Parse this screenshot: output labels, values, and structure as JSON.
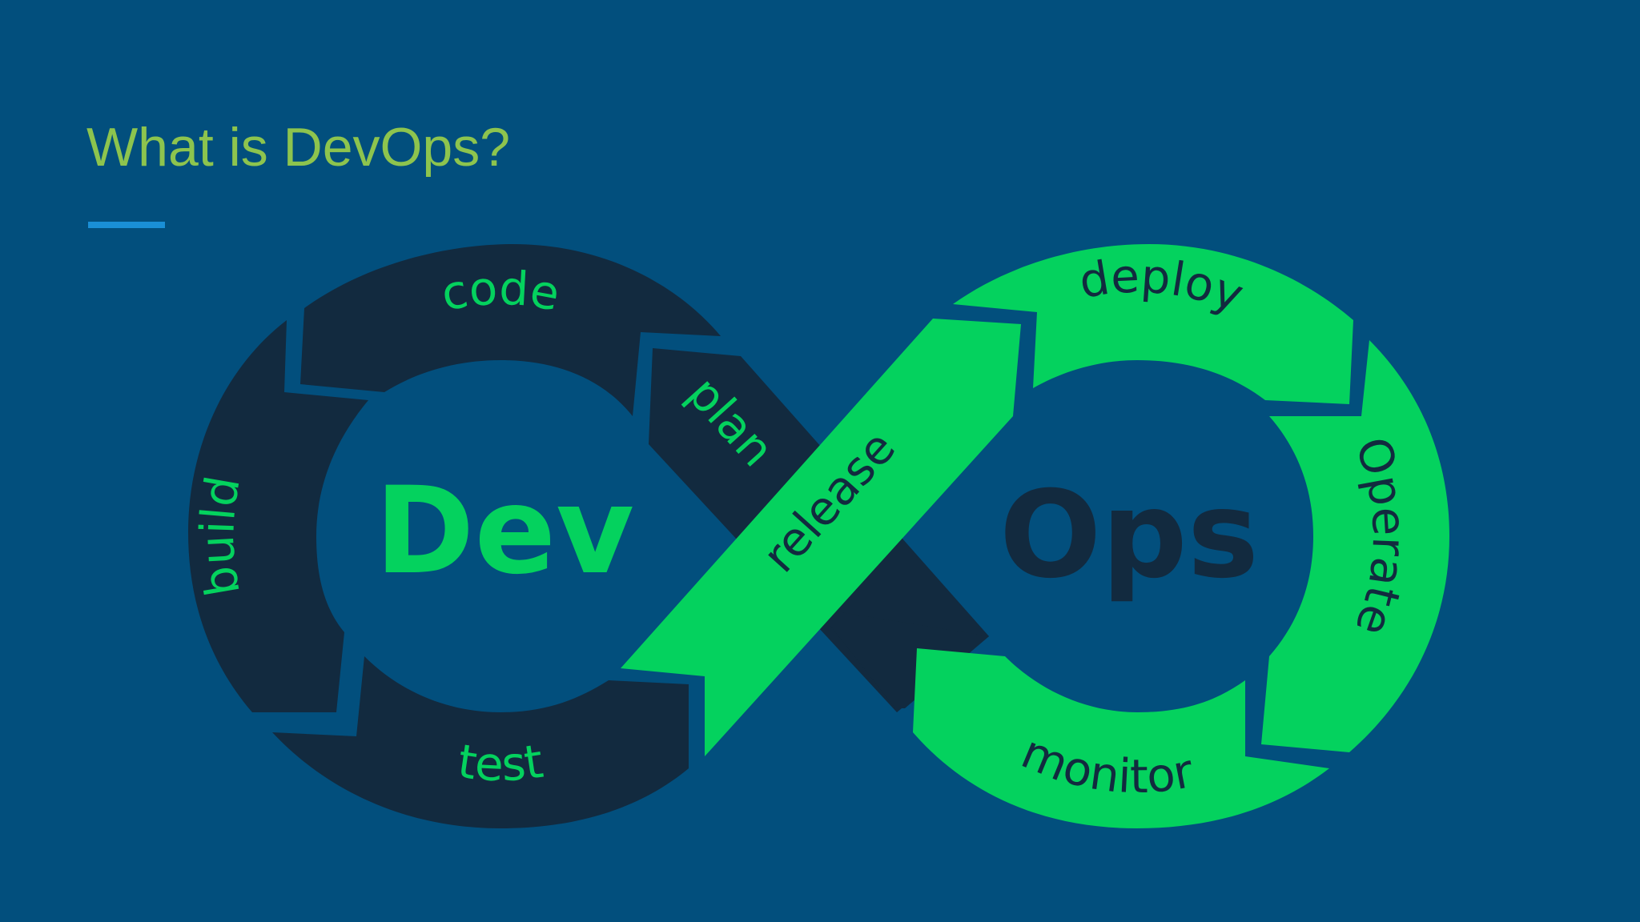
{
  "title": "What is DevOps?",
  "diagram": {
    "dev_label": "Dev",
    "ops_label": "Ops",
    "dev_stages": {
      "plan": "plan",
      "code": "code",
      "build": "build",
      "test": "test"
    },
    "release": "release",
    "ops_stages": {
      "deploy": "deploy",
      "operate": "Operate",
      "monitor": "monitor"
    }
  },
  "colors": {
    "background": "#024f7d",
    "dev": "#122a3f",
    "ops": "#04d25e",
    "title": "#8dc44e",
    "accent_line": "#1a8fd6"
  }
}
